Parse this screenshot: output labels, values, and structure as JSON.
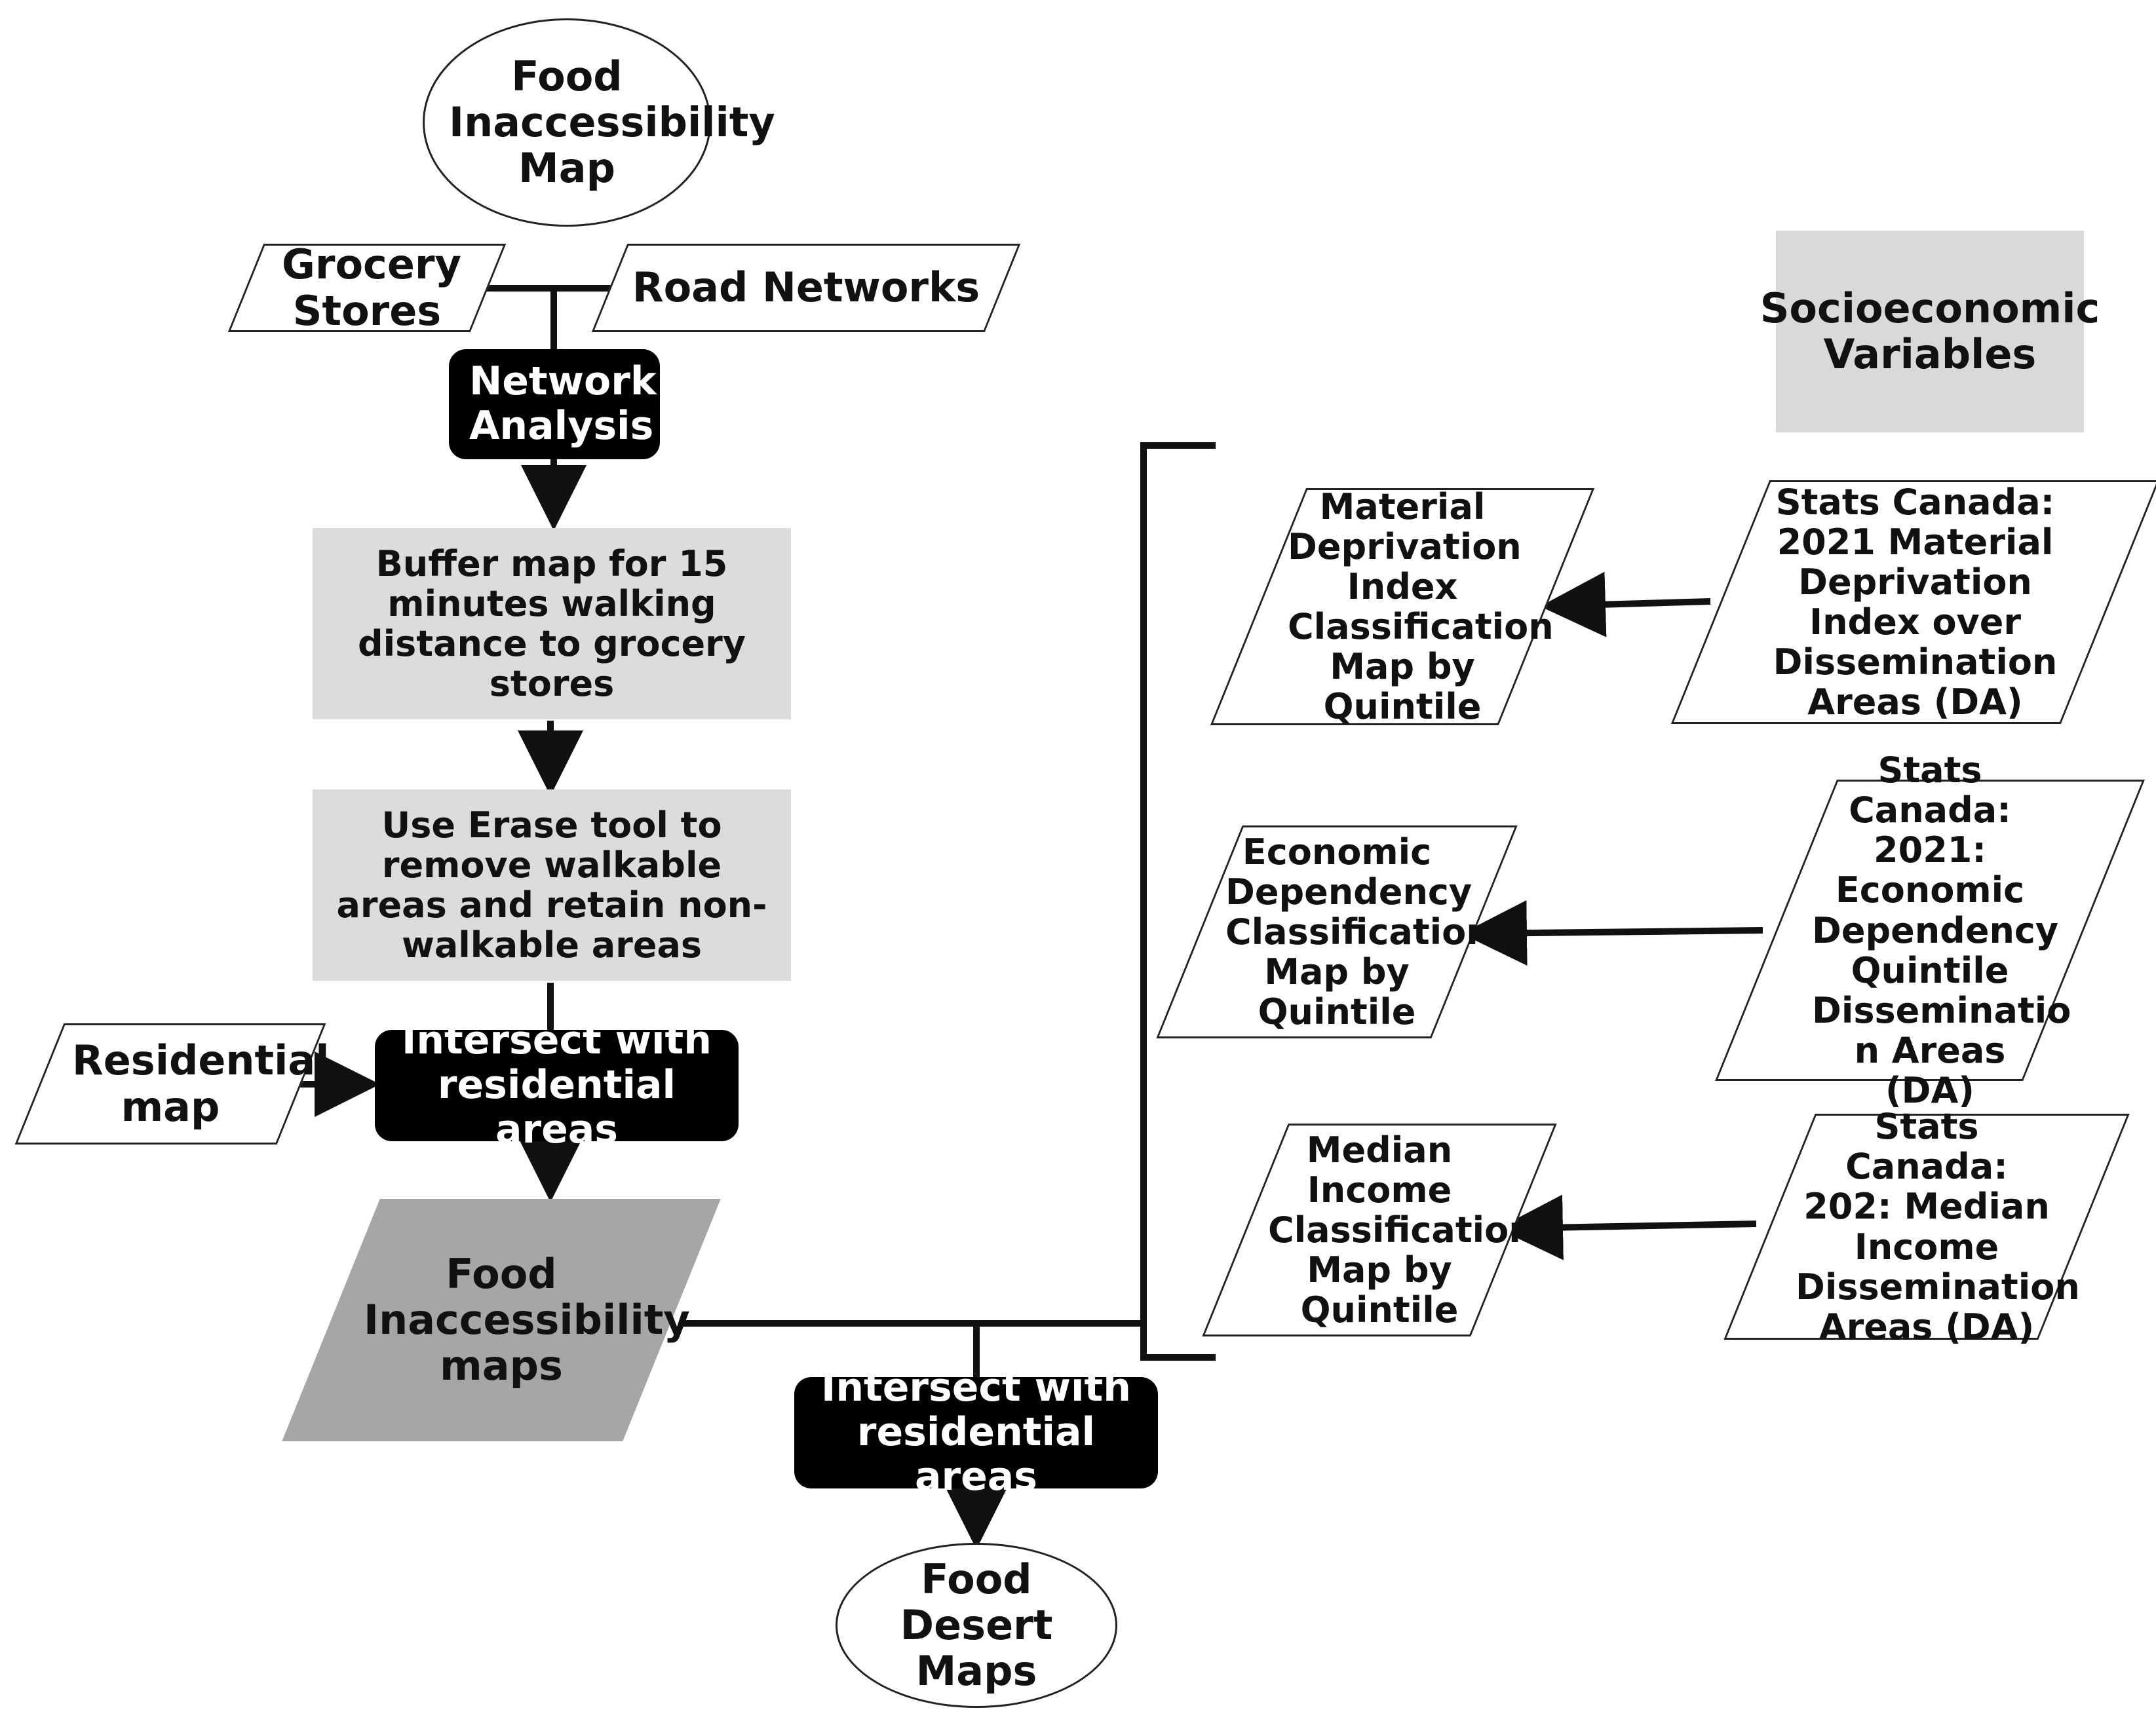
{
  "start": "Food Inaccessibility Map",
  "grocery_stores": "Grocery Stores",
  "road_networks": "Road Networks",
  "network_analysis": "Network Analysis",
  "buffer_map": "Buffer map for 15 minutes walking distance to grocery stores",
  "erase_tool": "Use Erase tool to remove walkable areas and retain non-walkable areas",
  "residential_map": "Residential map",
  "intersect_1": "Intersect with residential areas",
  "food_inaccessibility_maps": "Food Inaccessibility maps",
  "intersect_2": "Intersect with residential areas",
  "end": "Food Desert Maps",
  "socio_label": "Socioeconomic Variables",
  "socio_items": [
    {
      "map": "Material Deprivation Index Classification Map by Quintile",
      "source": "Stats Canada: 2021 Material Deprivation Index over Dissemination Areas (DA)"
    },
    {
      "map": "Economic Dependency Classification Map by Quintile",
      "source": "Stats Canada: 2021: Economic Dependency Quintile Disseminatio n Areas (DA)"
    },
    {
      "map": "Median Income Classification Map by Quintile",
      "source": "Stats Canada: 202: Median Income Dissemination Areas (DA)"
    }
  ]
}
